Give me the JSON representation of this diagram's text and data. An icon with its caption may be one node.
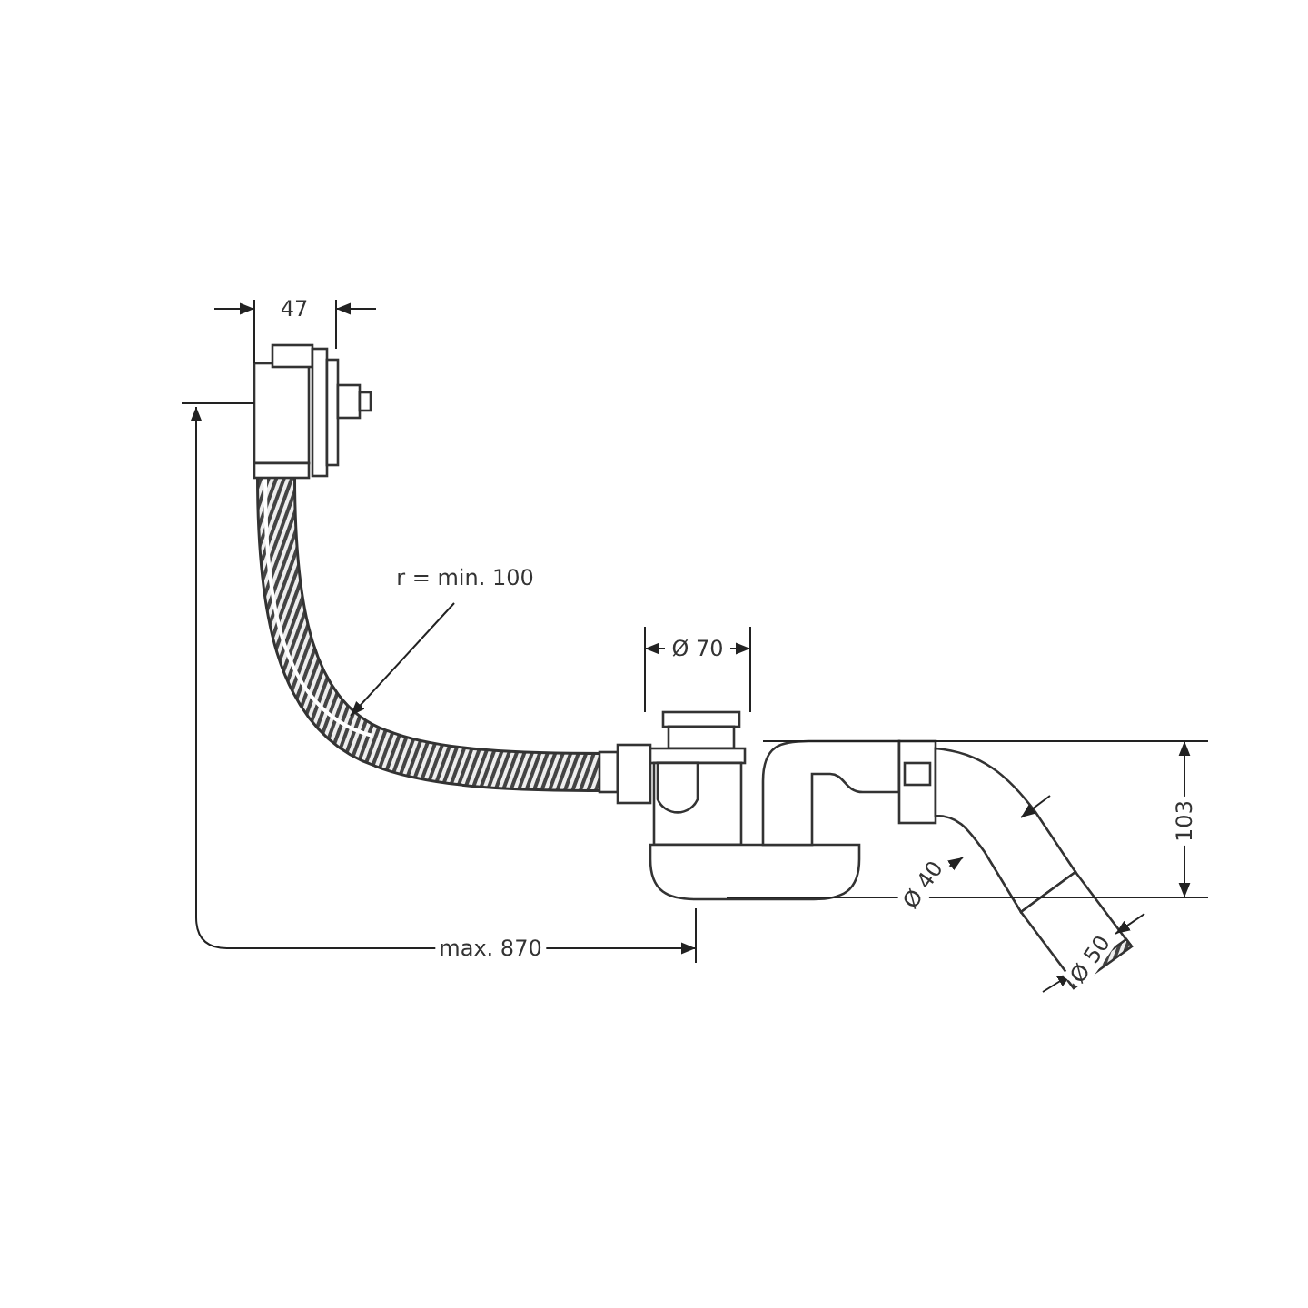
{
  "diagram": {
    "labels": [
      "47",
      "r = min. 100",
      "Ø 70",
      "103",
      "Ø 40",
      "max. 870",
      "Ø 50"
    ]
  }
}
